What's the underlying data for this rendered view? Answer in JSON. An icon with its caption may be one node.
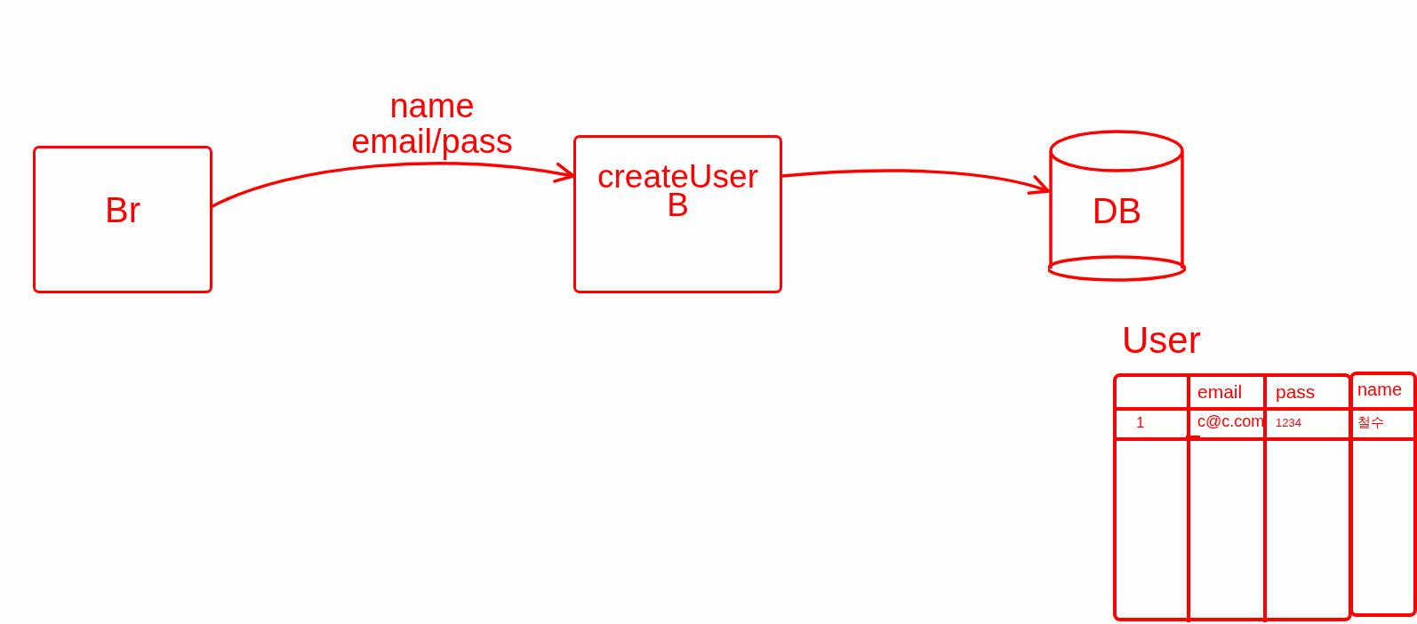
{
  "diagram": {
    "nodes": [
      {
        "text": [
          "Br"
        ]
      },
      {
        "text": [
          "createUser",
          "B"
        ]
      },
      {
        "text": [
          "DB"
        ]
      },
      {
        "text": [
          "User"
        ]
      }
    ],
    "edges": [
      {
        "from": 0,
        "to": 1,
        "arrow": "to",
        "label": "name email/pass"
      },
      {
        "from": 1,
        "to": 2,
        "arrow": "to"
      }
    ],
    "labels": [
      "email",
      "pass",
      "name",
      "1",
      "c@c.com",
      "1234",
      "철수"
    ]
  }
}
